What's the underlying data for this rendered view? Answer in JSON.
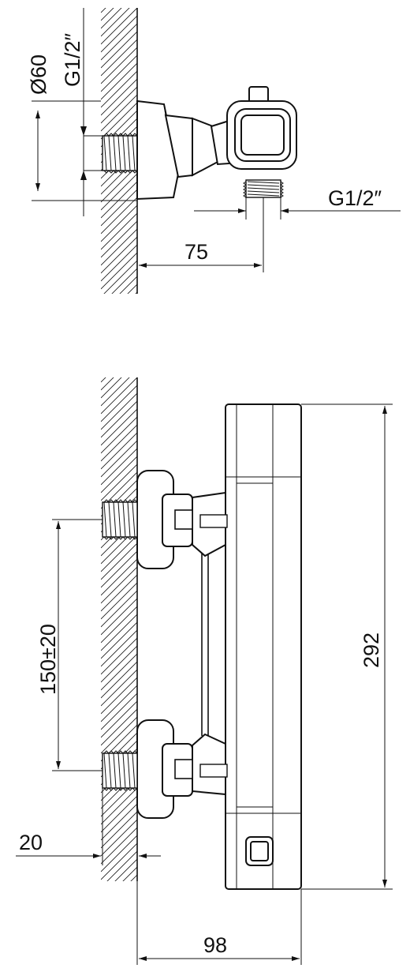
{
  "top_view": {
    "dim_diameter": "Ø60",
    "dim_inlet_thread": "G1/2″",
    "dim_outlet_thread": "G1/2″",
    "dim_projection": "75"
  },
  "front_view": {
    "dim_spacing": "150±20",
    "dim_thread_length": "20",
    "dim_height": "292",
    "dim_depth": "98"
  },
  "colors": {
    "line": "#111111",
    "background": "#ffffff"
  }
}
